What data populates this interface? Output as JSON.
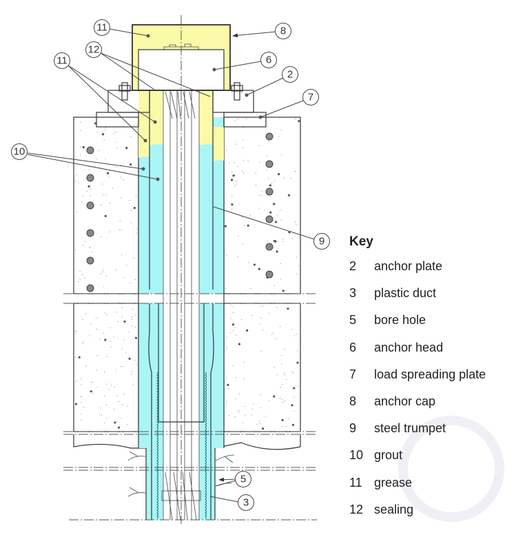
{
  "callouts": {
    "c11_top": "11",
    "c8": "8",
    "c12": "12",
    "c6": "6",
    "c11_left": "11",
    "c2": "2",
    "c7": "7",
    "c10": "10",
    "c9": "9",
    "c5": "5",
    "c3": "3"
  },
  "key": {
    "title": "Key",
    "items": [
      {
        "num": "2",
        "label": "anchor plate"
      },
      {
        "num": "3",
        "label": "plastic duct"
      },
      {
        "num": "5",
        "label": "bore hole"
      },
      {
        "num": "6",
        "label": "anchor head"
      },
      {
        "num": "7",
        "label": "load spreading plate"
      },
      {
        "num": "8",
        "label": "anchor cap"
      },
      {
        "num": "9",
        "label": "steel trumpet"
      },
      {
        "num": "10",
        "label": "grout"
      },
      {
        "num": "11",
        "label": "grease"
      },
      {
        "num": "12",
        "label": "sealing"
      }
    ]
  },
  "colors": {
    "grease": "#fafaa8",
    "grout": "#aaf5f8",
    "steel": "#8c8c8c",
    "concrete": "#ffffff"
  }
}
